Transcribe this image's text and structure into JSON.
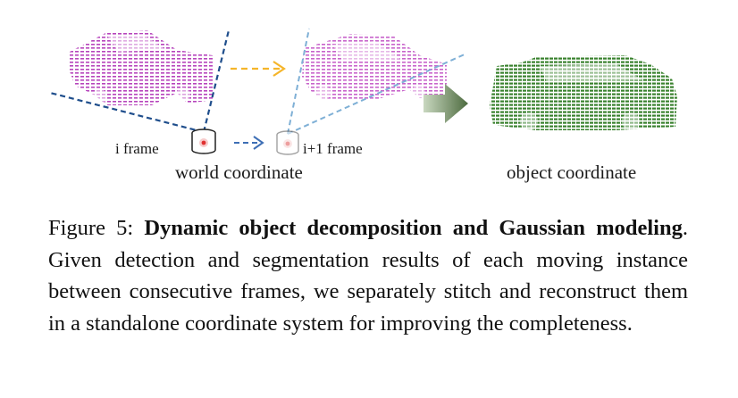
{
  "figure": {
    "labels": {
      "i_frame": "i frame",
      "i1_frame": "i+1 frame",
      "world_coordinate": "world coordinate",
      "object_coordinate": "object coordinate"
    },
    "colors": {
      "frame_i_points": "#b23ab8",
      "frame_i1_points": "#c55cc8",
      "object_points": "#2e7a22",
      "dashed_blue_dark": "#1f4e8c",
      "dashed_blue_light": "#7fb0d6",
      "dashed_orange": "#f5b52a",
      "transform_arrow": "#6b8a5a"
    },
    "icons": [
      "camera-icon-i",
      "camera-icon-i1",
      "transform-arrow-icon"
    ]
  },
  "caption": {
    "prefix": "Figure 5: ",
    "title": "Dynamic object decomposition and Gaussian modeling",
    "period": ".",
    "body": "  Given detection and segmentation results of each moving instance between consecutive frames, we separately stitch and reconstruct them in a standalone coordinate system for improving the completeness."
  }
}
